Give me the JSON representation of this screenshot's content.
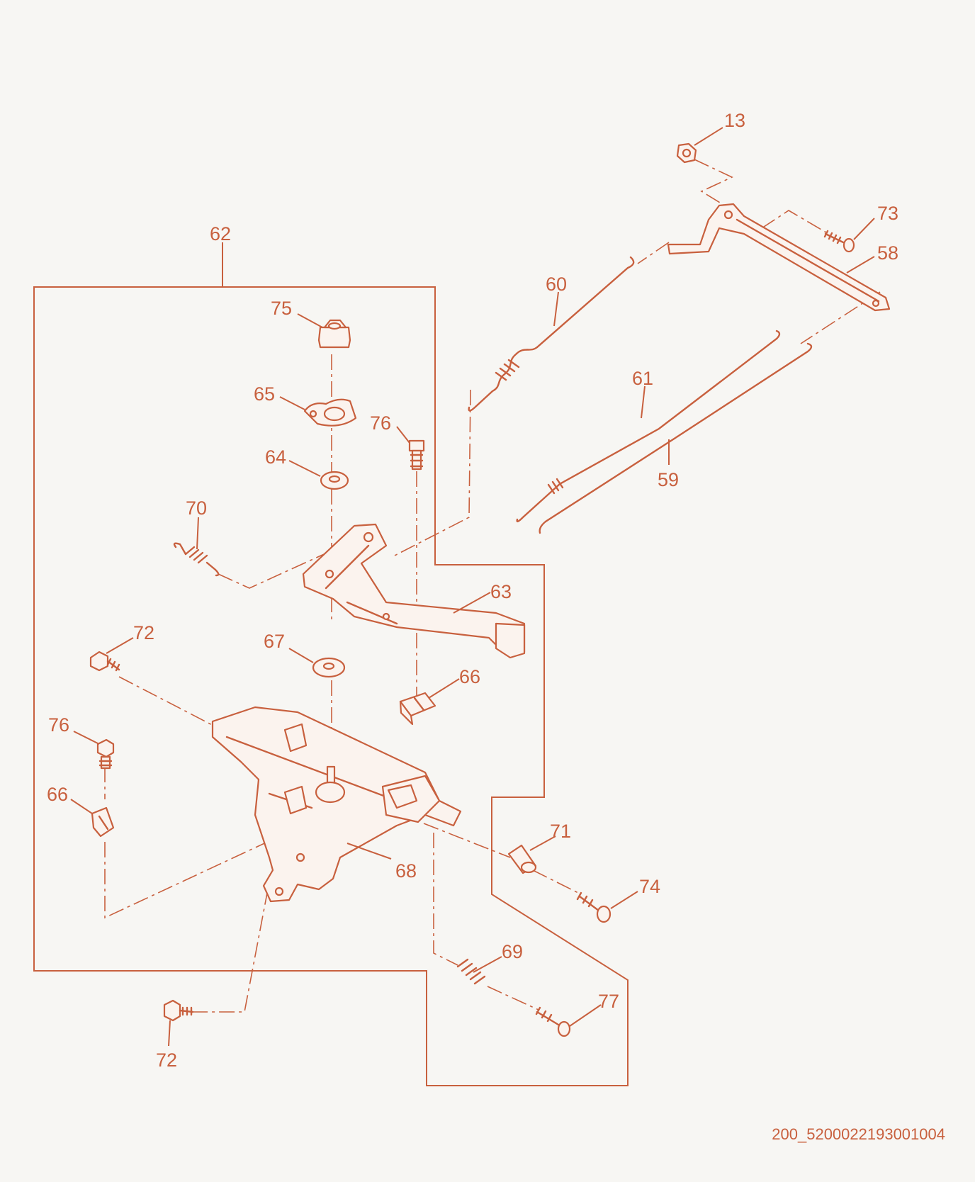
{
  "diagram": {
    "callouts": {
      "c13": "13",
      "c73": "73",
      "c58": "58",
      "c60": "60",
      "c61": "61",
      "c59": "59",
      "c62": "62",
      "c75": "75",
      "c65": "65",
      "c76a": "76",
      "c64": "64",
      "c70": "70",
      "c63": "63",
      "c72a": "72",
      "c67": "67",
      "c66a": "66",
      "c76b": "76",
      "c66b": "66",
      "c68": "68",
      "c71": "71",
      "c74": "74",
      "c69": "69",
      "c77": "77",
      "c72b": "72"
    },
    "drawing_code": "200_5200022193001004"
  }
}
